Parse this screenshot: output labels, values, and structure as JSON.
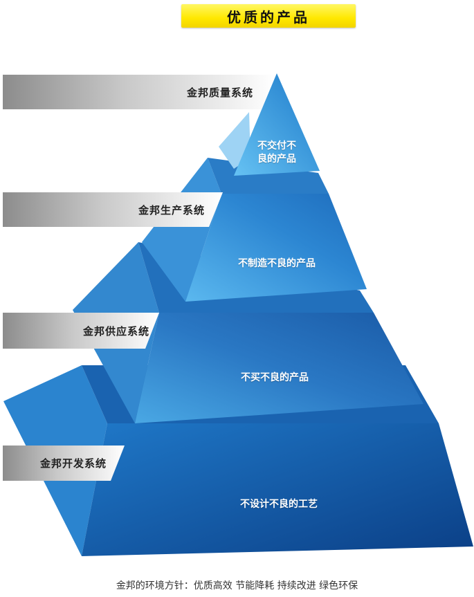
{
  "header": {
    "title": "优质的产品"
  },
  "pyramid": {
    "levels": [
      {
        "system": "金邦质量系统",
        "slogan_line1": "不交付不",
        "slogan_line2": "良的产品"
      },
      {
        "system": "金邦生产系统",
        "slogan": "不制造不良的产品"
      },
      {
        "system": "金邦供应系统",
        "slogan": "不买不良的产品"
      },
      {
        "system": "金邦开发系统",
        "slogan": "不设计不良的工艺"
      }
    ]
  },
  "colors": {
    "band_dark": "#8c8c8c",
    "band_light": "#ffffff",
    "pyramid_light": "#3fa9e6",
    "pyramid_mid": "#1b6fc0",
    "pyramid_dark": "#0b3f86"
  },
  "footer": {
    "text": "金邦的环境方针：优质高效 节能降耗  持续改进 绿色环保"
  }
}
